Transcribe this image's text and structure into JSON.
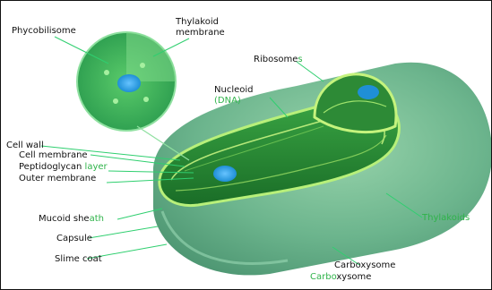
{
  "diagram": {
    "labels": {
      "phycobilisome": "Phycobilisome",
      "thylakoid_membrane_1": "Thylakoid",
      "thylakoid_membrane_2": "membrane",
      "ribosome_a": "Ribosome",
      "ribosome_b": "s",
      "nucleoid_1": "Nucleoid",
      "nucleoid_2": "(DNA)",
      "cell_wall": "Cell wall",
      "cell_membrane": "Cell membrane",
      "peptidoglycan_a": "Peptidoglycan",
      "peptidoglycan_b": "layer",
      "outer_membrane_a": "Outer membrane",
      "mucoid_sheath_a": "Mucoid she",
      "mucoid_sheath_b": "ath",
      "capsule": "Capsule",
      "slime_coat": "Slime coat",
      "thylakoids": "Thylakoids",
      "carboxysome_top": "Carboxysome",
      "carboxysome_a": "Carbo",
      "carboxysome_b": "xysome"
    },
    "colors": {
      "accent_text": "#2fb34a",
      "outer_body": "#5fae83",
      "inner_body": "#1e7a2e",
      "cytoplasm": "#3b9a35",
      "nucleoid": "#1f8fd6",
      "leader_line": "#2fcf6f"
    }
  }
}
